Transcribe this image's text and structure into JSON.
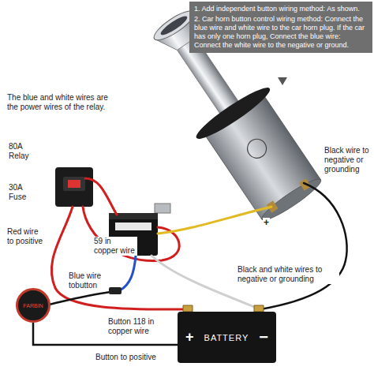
{
  "diagram": {
    "nodes": [
      {
        "text": [
          "1. Add independent button wiring method: As shown.",
          "2. Car horn button control wiring method: Connect the blue wire and white wire to the car horn plug. If the car has only one horn plug, Connect the blue wire: Connect the white wire to the negative or ground."
        ]
      },
      {
        "text": [
          "+",
          "BATTERY",
          "−"
        ]
      },
      {
        "text": [
          "FARBIN"
        ]
      }
    ],
    "edges": [
      {
        "from": 2,
        "to": 1,
        "arrow": "none"
      }
    ],
    "labels": [
      "The blue and white wires are the power wires of the relay.",
      "80A Relay",
      "30A Fuse",
      "Red wire to positive",
      "59 in copper wire",
      "Black wire to negative or grounding",
      "+",
      "Black and white wires to negative or grounding",
      "Blue wire tobutton",
      "Button 118 in copper wire",
      "Button to positive"
    ]
  }
}
